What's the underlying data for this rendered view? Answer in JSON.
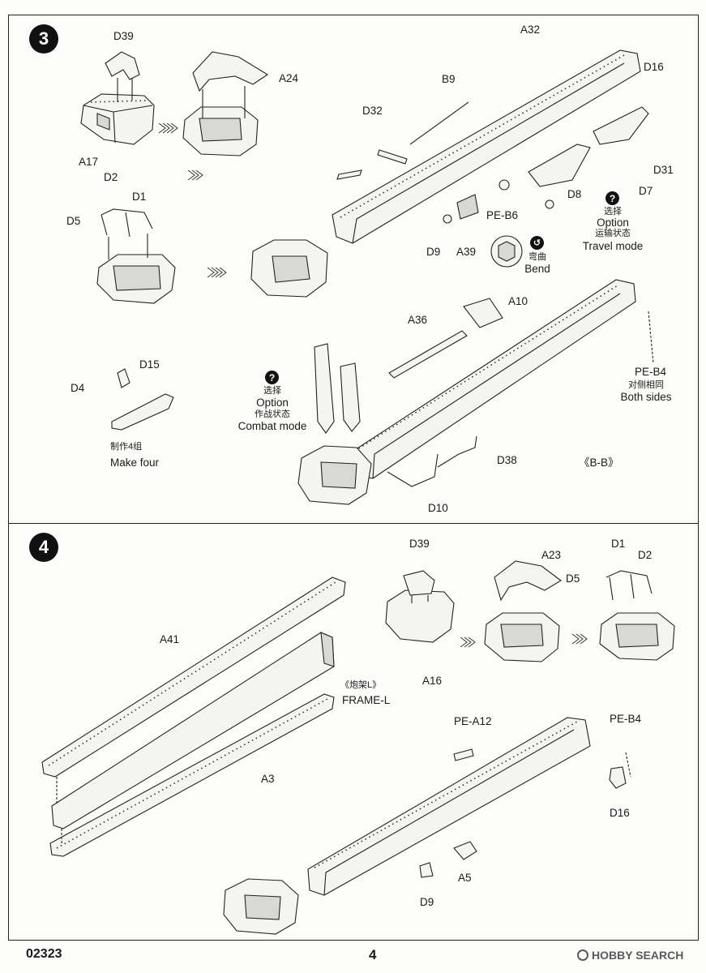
{
  "footer": {
    "product_code": "02323",
    "page_number": "4",
    "watermark": "HOBBY SEARCH"
  },
  "step3": {
    "number": "3",
    "labels": {
      "D39": "D39",
      "A24": "A24",
      "A17": "A17",
      "D2": "D2",
      "D1": "D1",
      "D5": "D5",
      "D32": "D32",
      "B9": "B9",
      "A32": "A32",
      "D16": "D16",
      "D31": "D31",
      "D7": "D7",
      "D8": "D8",
      "PE_B6": "PE-B6",
      "D9": "D9",
      "A39": "A39",
      "A10": "A10",
      "A36": "A36",
      "PE_B4": "PE-B4",
      "D15": "D15",
      "D4": "D4",
      "D38": "D38",
      "D10": "D10"
    },
    "option_travel": {
      "icon": "?",
      "cn": "选择",
      "en": "Option",
      "cn_mode": "运输状态",
      "en_mode": "Travel mode"
    },
    "option_combat": {
      "icon": "?",
      "cn": "选择",
      "en": "Option",
      "cn_mode": "作战状态",
      "en_mode": "Combat mode"
    },
    "bend": {
      "cn": "弯曲",
      "en": "Bend"
    },
    "both_sides": {
      "cn": "对侧相同",
      "en": "Both sides"
    },
    "make_four": {
      "cn": "制作4组",
      "en": "Make four"
    },
    "section": "《B-B》"
  },
  "step4": {
    "number": "4",
    "labels": {
      "D39": "D39",
      "A23": "A23",
      "D1": "D1",
      "D2": "D2",
      "D5": "D5",
      "A16": "A16",
      "A41": "A41",
      "A3": "A3",
      "PE_A12": "PE-A12",
      "PE_B4": "PE-B4",
      "D16": "D16",
      "A5": "A5",
      "D9": "D9"
    },
    "frame": {
      "cn": "《炮架L》",
      "en": "FRAME-L"
    }
  },
  "icons": [
    "question-icon",
    "bend-arrow-icon",
    "flow-arrow-icon",
    "hobby-search-logo-icon"
  ]
}
